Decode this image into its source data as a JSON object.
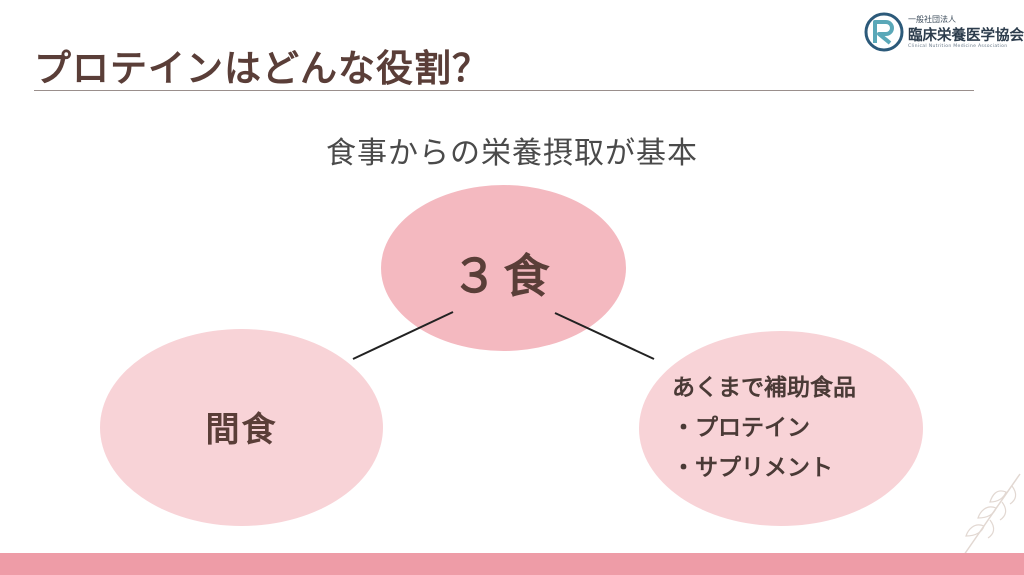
{
  "slide": {
    "title": "プロテインはどんな役割？",
    "subtitle": "食事からの栄養摂取が基本"
  },
  "logo": {
    "small_text": "一般社団法人",
    "main_text": "臨床栄養医学協会",
    "english_text": "Clinical Nutrition Medicine Association"
  },
  "diagram": {
    "top_label": "３食",
    "left_label": "間食",
    "right_lines": [
      "あくまで補助食品",
      "・プロテイン",
      "・サプリメント"
    ]
  },
  "colors": {
    "title_text": "#5a3e38",
    "top_ellipse": "#f4b9c0",
    "side_ellipses": "#f8d3d7",
    "bottom_band": "#ee9ca7"
  }
}
